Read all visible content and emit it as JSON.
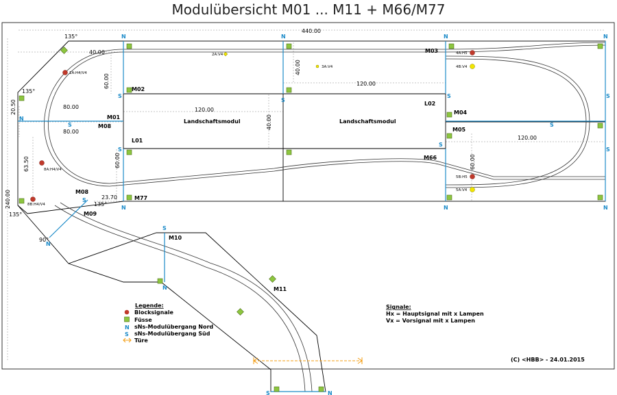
{
  "title": "Modulübersicht M01 ... M11 + M66/M77",
  "modules": {
    "m01": "M01",
    "m02": "M02",
    "m03": "M03",
    "m04": "M04",
    "m05": "M05",
    "m08a": "M08",
    "m08b": "M08",
    "m09": "M09",
    "m10": "M10",
    "m11": "M11",
    "m66": "M66",
    "m77": "M77",
    "l01": "L01",
    "l02": "L02"
  },
  "landscape": {
    "left": "Landschaftsmodul",
    "right": "Landschaftsmodul"
  },
  "dimensions": {
    "d440": "440.00",
    "d240": "240.00",
    "d40a": "40.00",
    "d60a": "60.00",
    "d80a": "80.00",
    "d80b": "80.00",
    "d2050": "20.50",
    "d120a": "120.00",
    "d40b": "40.00",
    "d120b": "120.00",
    "d40c": "40.00",
    "d120c": "120.00",
    "d6350": "63.50",
    "d60b": "60.00",
    "d2370": "23.70",
    "d60c": "60.00"
  },
  "angles": {
    "a1": "135°",
    "a2": "135°",
    "a3": "135°",
    "a4": "135°",
    "a5": "90°"
  },
  "signals": {
    "s1a": "1A:H4/V4",
    "s2a": "2A:V4",
    "s3a": "3A:V4",
    "s4a": "4A:H5",
    "s4b": "4B:V4",
    "s5a": "5A:V4",
    "s5b": "5B:H5",
    "s8a": "8A:H4/V4",
    "s8b": "8B:H4/V4"
  },
  "markers": {
    "north": "N",
    "south": "S"
  },
  "legend": {
    "heading": "Legende:",
    "items": [
      "Blocksignale",
      "Füsse",
      "sNs-Modulübergang Nord",
      "sNs-Modulübergang Süd",
      "Türe"
    ],
    "n_symbol": "N",
    "s_symbol": "S"
  },
  "signals_note": {
    "heading": "Signale:",
    "line1": "Hx = Hauptsignal mit x Lampen",
    "line2": "Vx = Vorsignal mit x Lampen"
  },
  "copyright": "(C) <HBB> - 24.01.2015",
  "colors": {
    "frame": "#000000",
    "track": "#333333",
    "ns_blue": "#1a8ac8",
    "foot": "#8dc63f",
    "block_red": "#c0392b",
    "signal_yellow": "#f2e600",
    "door": "#f39c12",
    "dim_line": "#888888"
  }
}
